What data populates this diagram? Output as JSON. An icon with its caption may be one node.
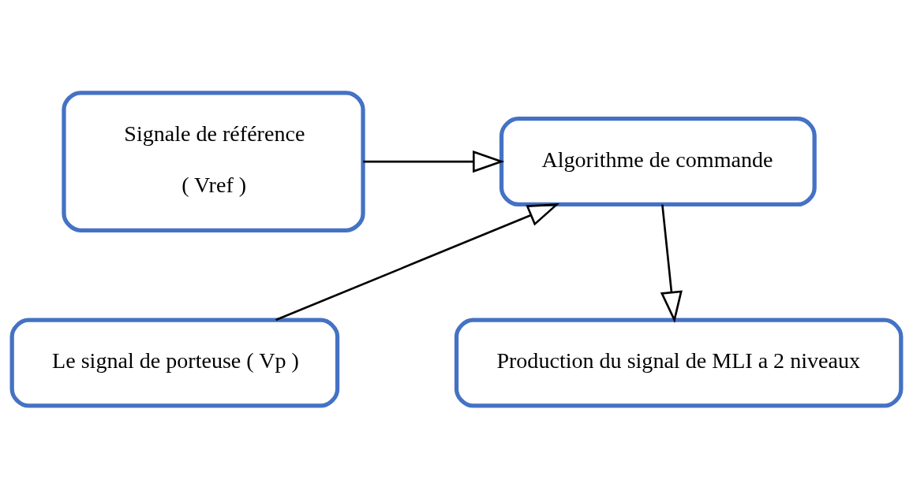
{
  "diagram": {
    "nodes": [
      {
        "text": [
          "Signale de référence",
          "( Vref )"
        ]
      },
      {
        "text": [
          "Algorithme de commande"
        ]
      },
      {
        "text": [
          "Le signal de porteuse ( Vp )"
        ]
      },
      {
        "text": [
          "Production du signal de MLI a 2 niveaux"
        ]
      }
    ],
    "edges": [
      {
        "from": 0,
        "to": 1,
        "arrow": "to"
      },
      {
        "from": 2,
        "to": 1,
        "arrow": "to"
      },
      {
        "from": 1,
        "to": 3,
        "arrow": "to"
      }
    ]
  }
}
